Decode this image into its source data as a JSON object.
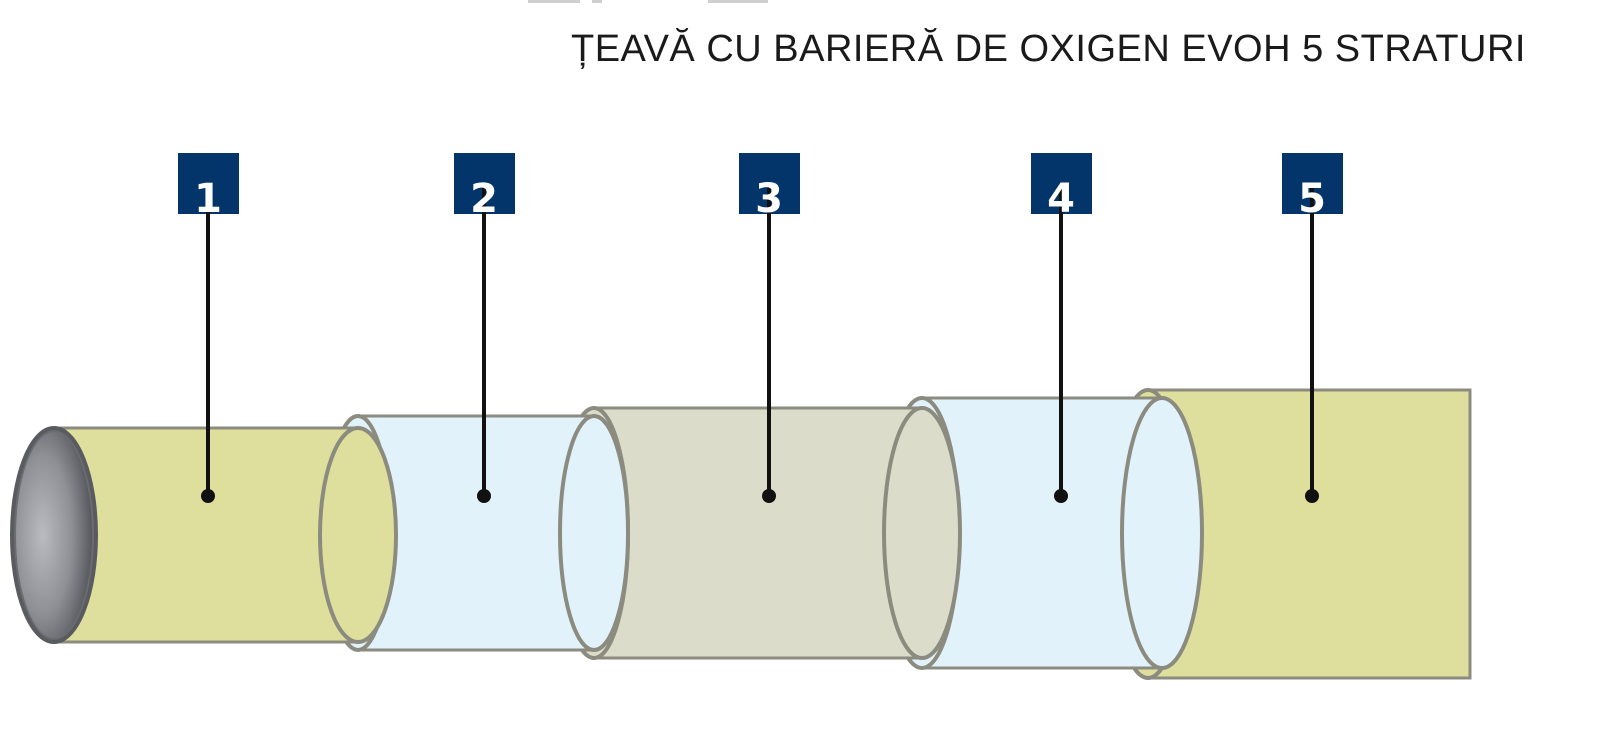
{
  "title": "ȚEAVĂ CU BARIERĂ DE OXIGEN EVOH 5 STRATURI",
  "layers": [
    {
      "number": "1",
      "color": "#dfdf9d"
    },
    {
      "number": "2",
      "color": "#e2f2fb"
    },
    {
      "number": "3",
      "color": "#dbdcc9"
    },
    {
      "number": "4",
      "color": "#e2f2fb"
    },
    {
      "number": "5",
      "color": "#dfdf9d"
    }
  ],
  "colors": {
    "badge": "#03356b",
    "outline": "#8b8b80",
    "pipe_bore": "#7d7f86",
    "leader": "#111111"
  }
}
